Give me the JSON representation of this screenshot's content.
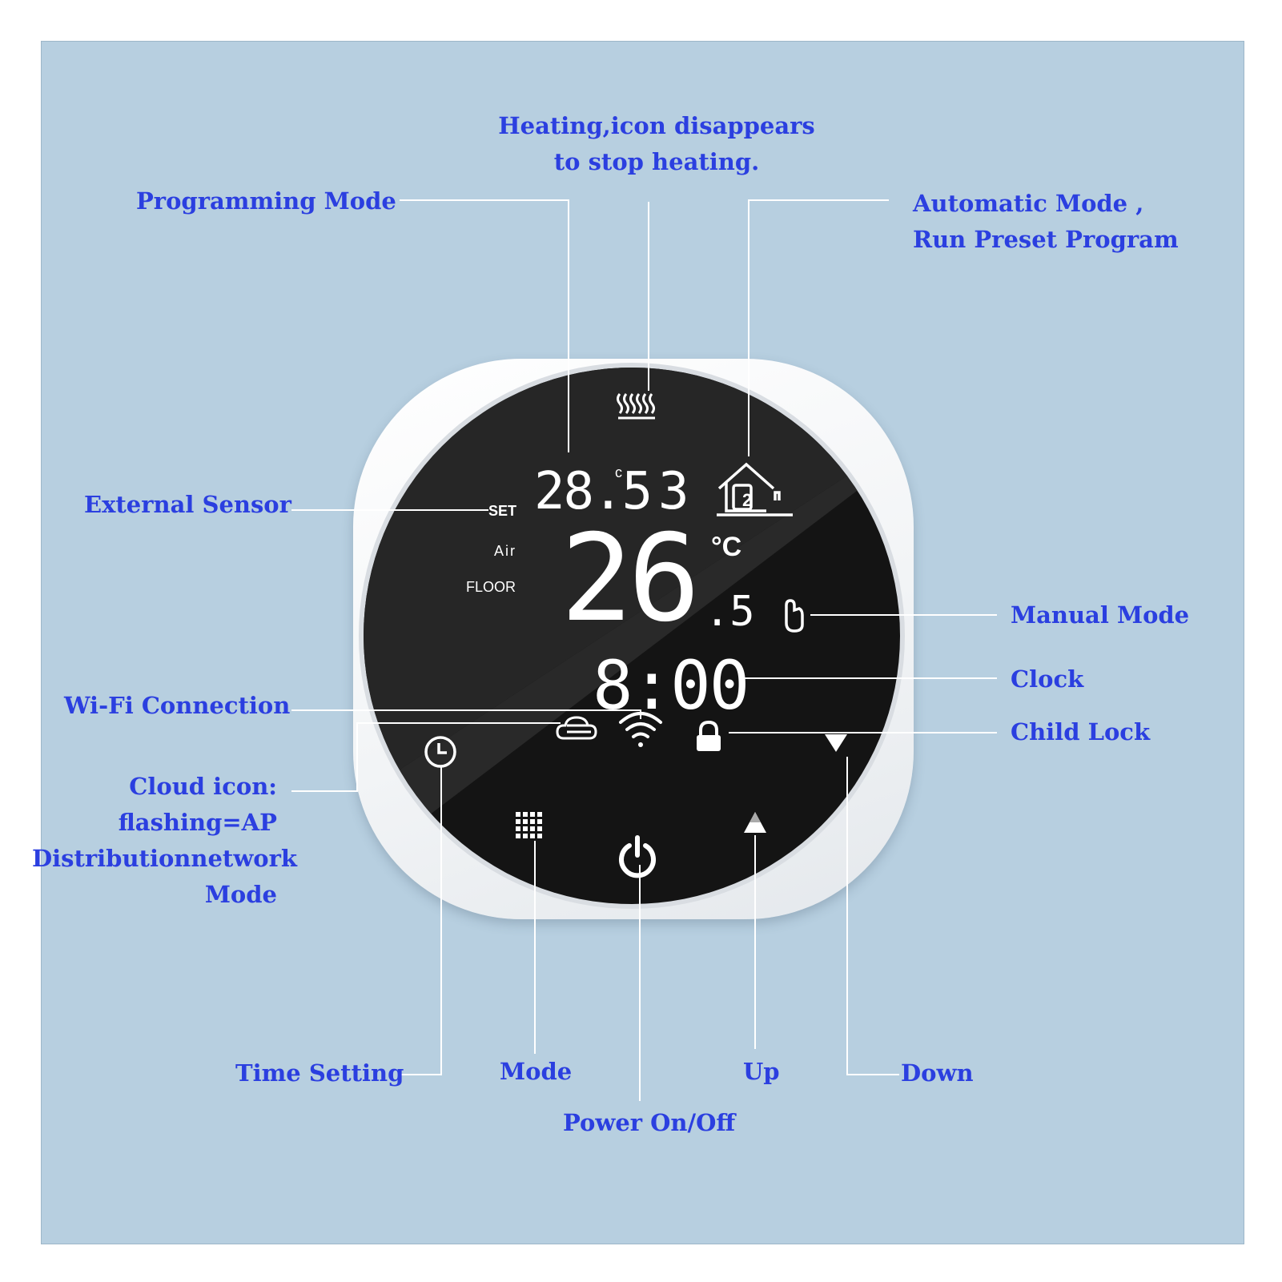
{
  "colors": {
    "background": "#b7cfe0",
    "label_text": "#2b3fe0",
    "leader_line": "#ffffff",
    "screen": "#1a1a1a",
    "frame": "#f4f6f8"
  },
  "display": {
    "set_label": "SET",
    "set_temperature": "28.5",
    "set_unit": "c",
    "program_number": "3",
    "air_label": "Air",
    "floor_label": "FLOOR",
    "room_temperature_main": "26",
    "room_temperature_decimal": ".5",
    "room_unit": "°C",
    "clock": "8:00",
    "house_period": "2",
    "icons": [
      "heating-icon",
      "home-icon",
      "hand-icon",
      "cloud-icon",
      "wifi-icon",
      "lock-icon",
      "clock-icon",
      "grid-icon",
      "power-icon",
      "up-arrow-icon",
      "down-arrow-icon"
    ]
  },
  "labels": {
    "heating": [
      "Heating,icon disappears",
      "to stop heating."
    ],
    "programming_mode": "Programming Mode",
    "automatic_mode": [
      "Automatic Mode ,",
      "Run Preset Program"
    ],
    "external_sensor": "External Sensor",
    "manual_mode": "Manual Mode",
    "clock": "Clock",
    "wifi": "Wi-Fi Connection",
    "child_lock": "Child Lock",
    "cloud": [
      "Cloud icon:",
      "flashing=AP",
      "Distributionnetwork",
      "Mode"
    ],
    "time_setting": "Time Setting",
    "mode": "Mode",
    "up": "Up",
    "down": "Down",
    "power": "Power On/Off"
  }
}
